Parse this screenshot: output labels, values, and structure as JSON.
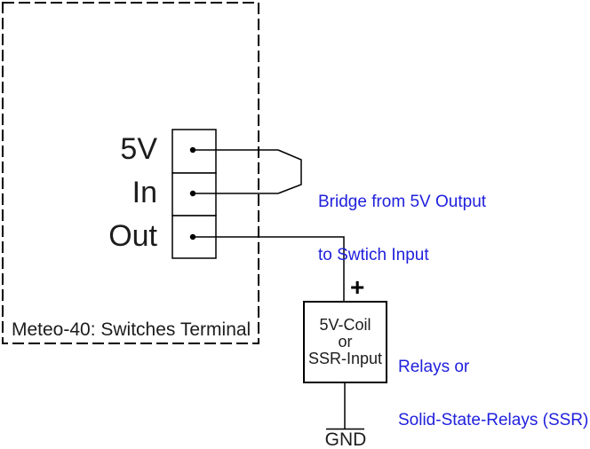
{
  "colors": {
    "wire": "#000000",
    "annotation_blue": "#2020DD",
    "background": "#ffffff"
  },
  "terminal": {
    "title": "Meteo-40: Switches Terminal",
    "pins": [
      {
        "label": "5V"
      },
      {
        "label": "In"
      },
      {
        "label": "Out"
      }
    ]
  },
  "bridge_note": {
    "line1": "Bridge from 5V Output",
    "line2": "to Swtich Input"
  },
  "load": {
    "polarity": "+",
    "name_line1": "5V-Coil",
    "name_line2": "or",
    "name_line3": "SSR-Input"
  },
  "load_note": {
    "line1": "Relays or",
    "line2": "Solid-State-Relays (SSR)"
  },
  "ground_label": "GND"
}
